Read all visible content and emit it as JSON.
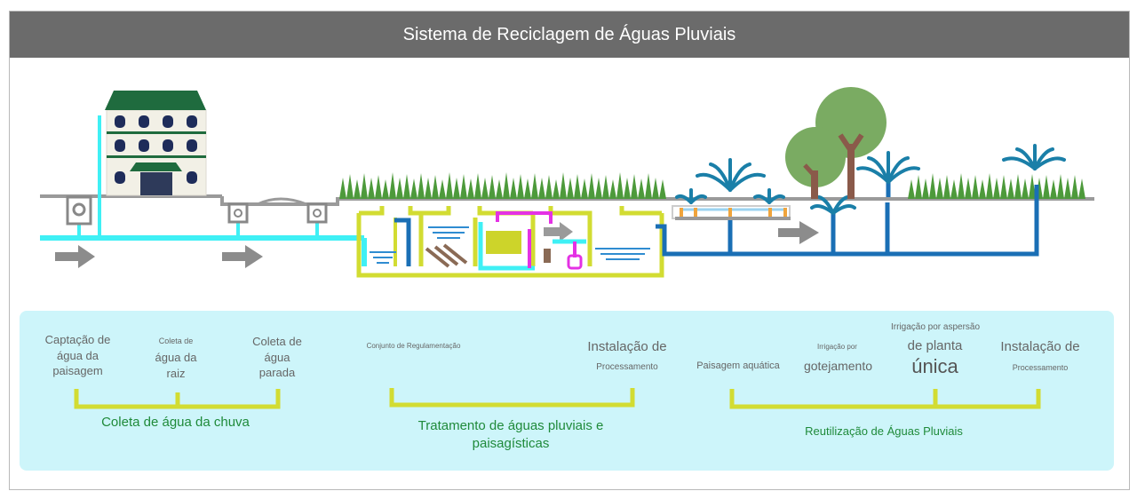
{
  "title": "Sistema de Reciclagem de Águas Pluviais",
  "colors": {
    "title_bg": "#6b6b6b",
    "panel_bg": "#cdf5fa",
    "bracket": "#d2dc32",
    "cyan_pipe": "#3ff0f5",
    "blue_pipe": "#1a6fb5",
    "magenta_pipe": "#e431e4",
    "arrow": "#8c8c8c",
    "building_roof": "#1f6b3e",
    "group_label": "#1f8a3a"
  },
  "labels": {
    "captacao": "Captação de água da paisagem",
    "coleta_raiz_small": "Coleta de",
    "coleta_raiz": "água da raiz",
    "coleta_parada": "Coleta de água parada",
    "conjunto": "Conjunto de Regulamentação",
    "instalacao_1_big": "Instalação de",
    "instalacao_1_small": "Processamento",
    "paisagem_aquatica": "Paisagem aquática",
    "irrigacao_por": "Irrigação por",
    "gotejamento": "gotejamento",
    "irrigacao_aspersao": "Irrigação por aspersão",
    "de_planta": "de planta",
    "unica": "única",
    "instalacao_2_big": "Instalação de",
    "instalacao_2_small": "Processamento"
  },
  "groups": {
    "coleta": "Coleta de água da chuva",
    "tratamento_line1": "Tratamento de águas pluviais e",
    "tratamento_line2": "paisagísticas",
    "reutilizacao": "Reutilização de Águas Pluviais"
  }
}
